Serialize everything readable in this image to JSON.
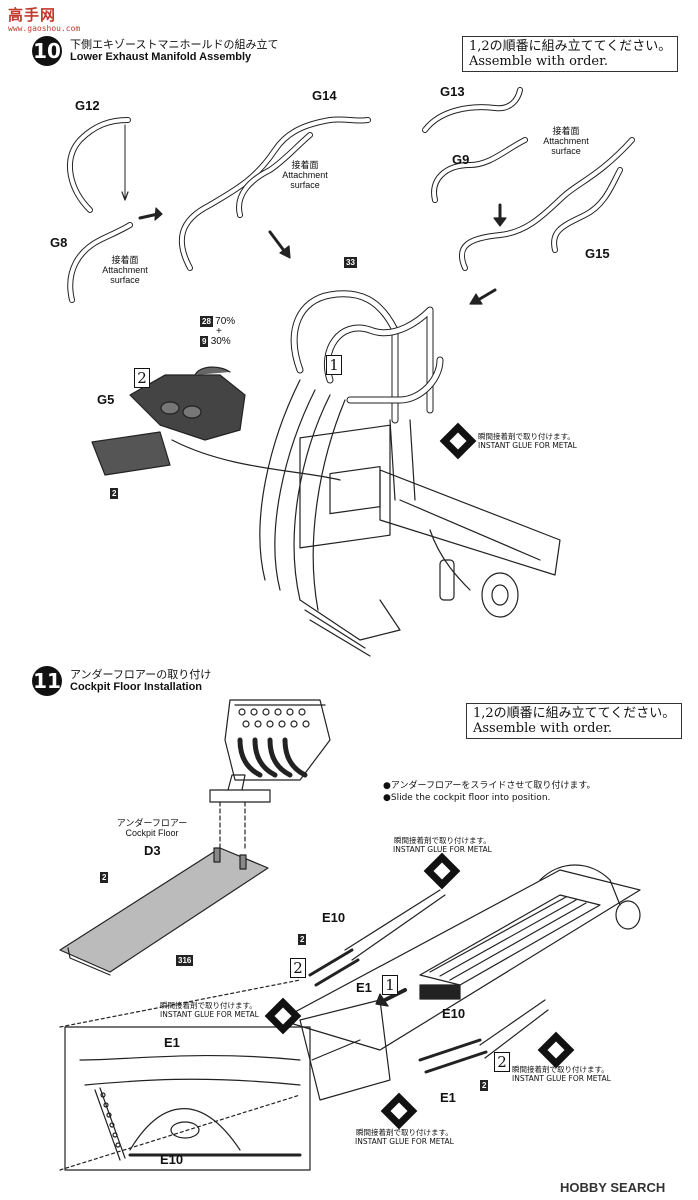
{
  "watermark": {
    "brand": "高手网",
    "url": "www.gaoshou.com"
  },
  "step10": {
    "number": "10",
    "title_jp": "下側エキゾーストマニホールドの組み立て",
    "title_en": "Lower Exhaust Manifold Assembly",
    "order_note_jp": "1,2の順番に組み立ててください。",
    "order_note_en": "Assemble with order.",
    "parts": {
      "g12": "G12",
      "g14": "G14",
      "g13": "G13",
      "g9": "G9",
      "g8": "G8",
      "g15": "G15",
      "g5": "G5"
    },
    "attach_jp": "接着面",
    "attach_en": "Attachment surface",
    "chip_33": "33",
    "chip_28": "28",
    "chip_9": "9",
    "chip_2": "2",
    "mix_a": "70%",
    "mix_plus": "+",
    "mix_b": "30%",
    "order_1": "1",
    "order_2": "2",
    "glue_jp": "瞬間接着剤で取り付けます。",
    "glue_en": "INSTANT GLUE FOR METAL"
  },
  "step11": {
    "number": "11",
    "title_jp": "アンダーフロアーの取り付け",
    "title_en": "Cockpit Floor Installation",
    "order_note_jp": "1,2の順番に組み立ててください。",
    "order_note_en": "Assemble with order.",
    "bullet_jp": "●アンダーフロアーをスライドさせて取り付けます。",
    "bullet_en": "●Slide the cockpit floor into position.",
    "floor_jp": "アンダーフロアー",
    "floor_en": "Cockpit Floor",
    "parts": {
      "d3": "D3",
      "e10": "E10",
      "e1": "E1"
    },
    "chip_2": "2",
    "chip_316": "316",
    "order_1": "1",
    "order_2": "2",
    "glue_jp": "瞬間接着剤で取り付けます。",
    "glue_en": "INSTANT GLUE FOR METAL"
  },
  "footer": {
    "logo": "HOBBY SEARCH"
  }
}
